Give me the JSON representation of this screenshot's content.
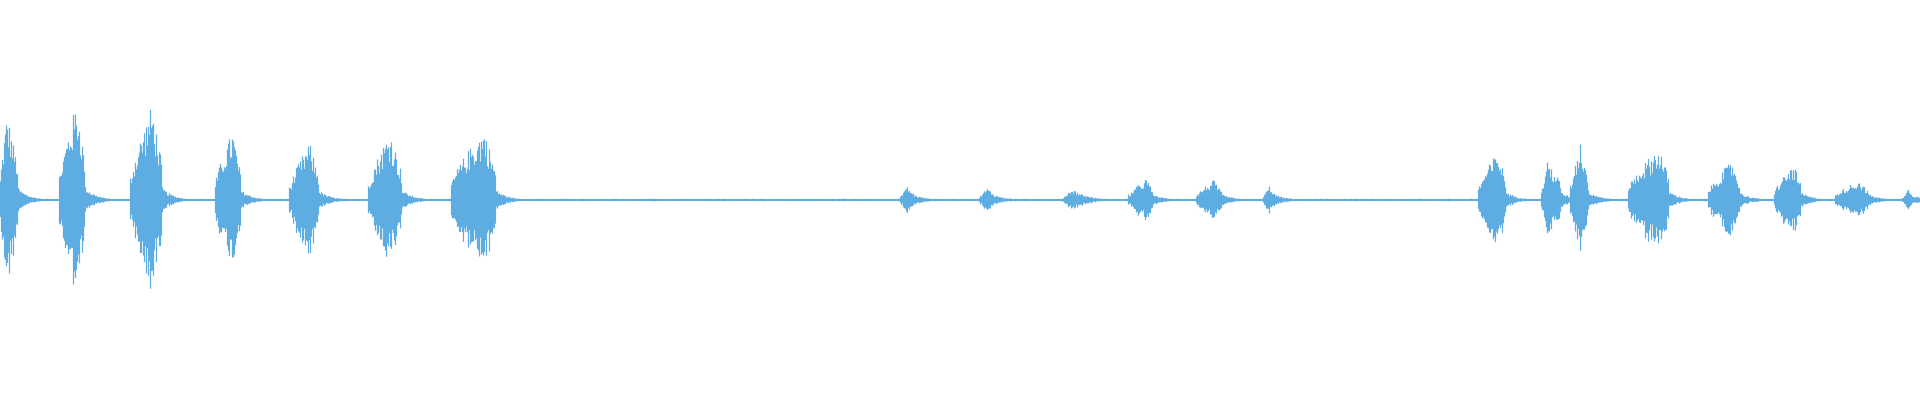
{
  "waveform": {
    "color": "#5DADE2",
    "background": "#FFFFFF",
    "duration_fraction_segments": [
      {
        "name": "burst-1",
        "start": 0.0,
        "peak": 0.0035,
        "end": 0.009,
        "amplitude": 0.88
      },
      {
        "name": "burst-2",
        "start": 0.031,
        "peak": 0.04,
        "end": 0.044,
        "amplitude": 1.0
      },
      {
        "name": "burst-3",
        "start": 0.068,
        "peak": 0.079,
        "end": 0.084,
        "amplitude": 0.96
      },
      {
        "name": "burst-4",
        "start": 0.112,
        "peak": 0.121,
        "end": 0.125,
        "amplitude": 0.7
      },
      {
        "name": "burst-5",
        "start": 0.151,
        "peak": 0.161,
        "end": 0.166,
        "amplitude": 0.58
      },
      {
        "name": "burst-6",
        "start": 0.192,
        "peak": 0.203,
        "end": 0.209,
        "amplitude": 0.7
      },
      {
        "name": "burst-7",
        "start": 0.235,
        "peak": 0.252,
        "end": 0.258,
        "amplitude": 0.72
      },
      {
        "name": "blip-1",
        "start": 0.469,
        "peak": 0.472,
        "end": 0.476,
        "amplitude": 0.14
      },
      {
        "name": "blip-2",
        "start": 0.51,
        "peak": 0.514,
        "end": 0.518,
        "amplitude": 0.12
      },
      {
        "name": "blip-3",
        "start": 0.554,
        "peak": 0.558,
        "end": 0.565,
        "amplitude": 0.11
      },
      {
        "name": "blip-4",
        "start": 0.588,
        "peak": 0.597,
        "end": 0.6,
        "amplitude": 0.22
      },
      {
        "name": "blip-5",
        "start": 0.623,
        "peak": 0.632,
        "end": 0.636,
        "amplitude": 0.2
      },
      {
        "name": "blip-6",
        "start": 0.658,
        "peak": 0.661,
        "end": 0.664,
        "amplitude": 0.14
      },
      {
        "name": "burst-8",
        "start": 0.77,
        "peak": 0.78,
        "end": 0.784,
        "amplitude": 0.5
      },
      {
        "name": "burst-9",
        "start": 0.803,
        "peak": 0.806,
        "end": 0.813,
        "amplitude": 0.4
      },
      {
        "name": "burst-10",
        "start": 0.818,
        "peak": 0.823,
        "end": 0.827,
        "amplitude": 0.6
      },
      {
        "name": "burst-11",
        "start": 0.848,
        "peak": 0.864,
        "end": 0.869,
        "amplitude": 0.54
      },
      {
        "name": "burst-12",
        "start": 0.89,
        "peak": 0.902,
        "end": 0.906,
        "amplitude": 0.4
      },
      {
        "name": "burst-13",
        "start": 0.924,
        "peak": 0.934,
        "end": 0.938,
        "amplitude": 0.36
      },
      {
        "name": "burst-14",
        "start": 0.956,
        "peak": 0.968,
        "end": 0.973,
        "amplitude": 0.2
      },
      {
        "name": "burst-15",
        "start": 0.991,
        "peak": 0.994,
        "end": 0.996,
        "amplitude": 0.12
      }
    ]
  }
}
